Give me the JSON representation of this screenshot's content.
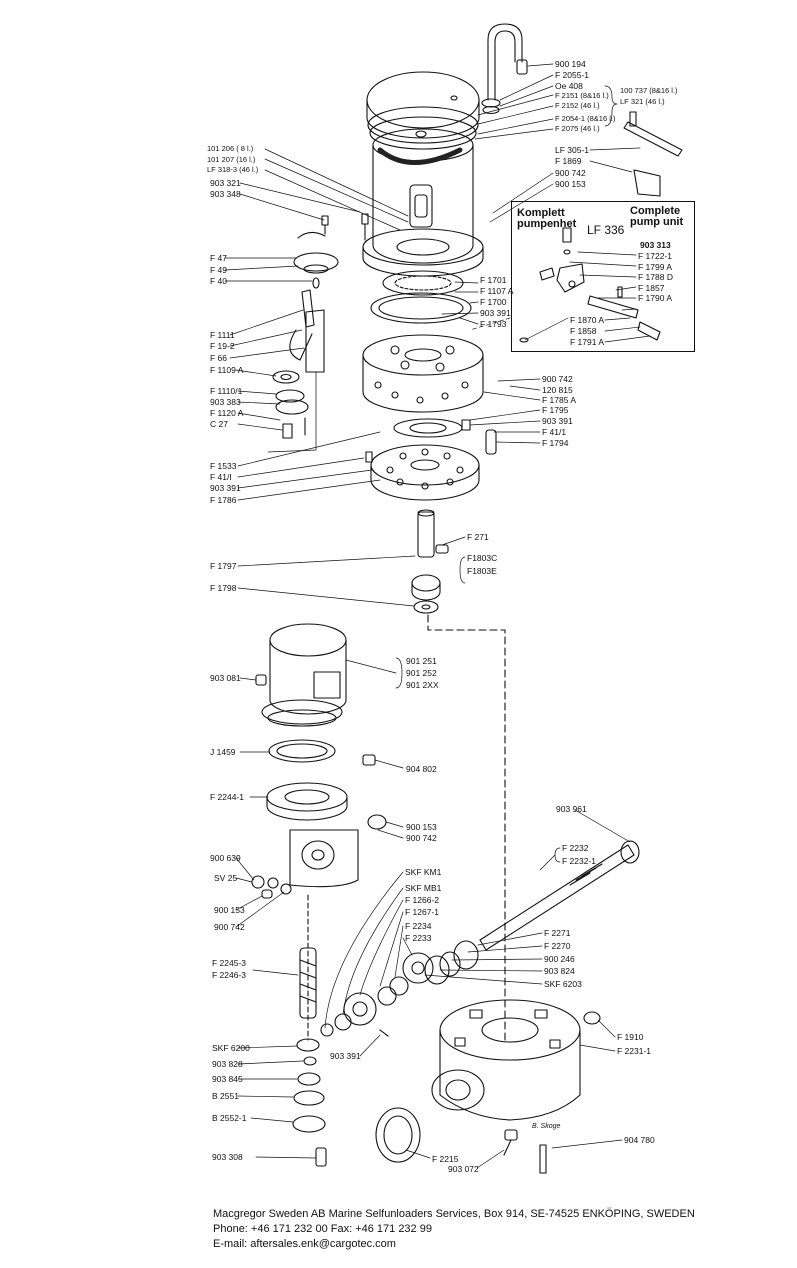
{
  "labels_right_top": [
    "900 194",
    "F 2055-1",
    "Oe 408",
    "F 2151 (8&16 l.)",
    "F 2152 (46 l.)",
    "F 2054-1 (8&16 l.)",
    "F 2075 (46 l.)"
  ],
  "labels_bracket": [
    "100 737 (8&16 l.)",
    "LF 321 (46 l.)"
  ],
  "labels_right_upper": [
    "LF 305-1",
    "F 1869",
    "900 742",
    "900 153"
  ],
  "labels_left_upper": [
    "101 206 ( 8 l.)",
    "101 207 (16 l.)",
    "LF 318-3 (46 l.)",
    "903 321",
    "903 348"
  ],
  "labels_left_mid": [
    "F 47",
    "F 49",
    "F 40",
    "F 1111",
    "F 19-2",
    "F 66",
    "F 1109 A",
    "F 1110/1",
    "903 383",
    "F 1120 A",
    "C 27"
  ],
  "labels_right_mid": [
    "F 1701",
    "F 1107 A",
    "F 1700",
    "903 391",
    "F 1793"
  ],
  "kit": {
    "title_sv_1": "Komplett",
    "title_sv_2": "pumpenhet",
    "title_en_1": "Complete",
    "title_en_2": "pump unit",
    "code": "LF 336",
    "labels": [
      "903 313",
      "F 1722-1",
      "F 1799 A",
      "F 1788 D",
      "F 1857",
      "F 1790 A",
      "F 1870 A",
      "F 1858",
      "F 1791 A"
    ]
  },
  "labels_right_lower": [
    "900 742",
    "120 815",
    "F 1785 A",
    "F 1795",
    "903 391",
    "F 41/1",
    "F 1794"
  ],
  "labels_left_lower": [
    "F 1533",
    "F 41/I",
    "903 391",
    "F 1786"
  ],
  "labels_shaft": [
    "F 271",
    "F 1797",
    "F1803C",
    "F1803E",
    "F 1798"
  ],
  "labels_motor": [
    "901 251",
    "901 252",
    "901 2XX",
    "903 081",
    "J 1459",
    "904 802",
    "F 2244-1",
    "900 153",
    "900 742"
  ],
  "labels_gear_left": [
    "900 639",
    "SV 25",
    "900 153",
    "900 742",
    "F 2245-3",
    "F 2246-3",
    "SKF 6200",
    "903 828",
    "903 845",
    "B 2551",
    "B 2552-1",
    "903 308"
  ],
  "labels_gear_mid": [
    "SKF KM1",
    "SKF MB1",
    "F 1266-2",
    "F 1267-1",
    "F 2234",
    "F 2233",
    "903 391"
  ],
  "labels_gear_right": [
    "903 961",
    "F 2232",
    "F 2232-1",
    "F 2271",
    "F 2270",
    "900 246",
    "903 824",
    "SKF 6203",
    "F 1910",
    "F 2231-1",
    "904 780",
    "F 2215",
    "903 072"
  ],
  "signature": "B. Skoge",
  "footer": {
    "line1": "Macgregor Sweden AB  Marine Selfunloaders Services, Box 914, SE-74525 ENKÖPING, SWEDEN",
    "line2": "Phone: +46 171 232 00 Fax: +46 171 232 99",
    "line3": "E-mail: aftersales.enk@cargotec.com"
  }
}
